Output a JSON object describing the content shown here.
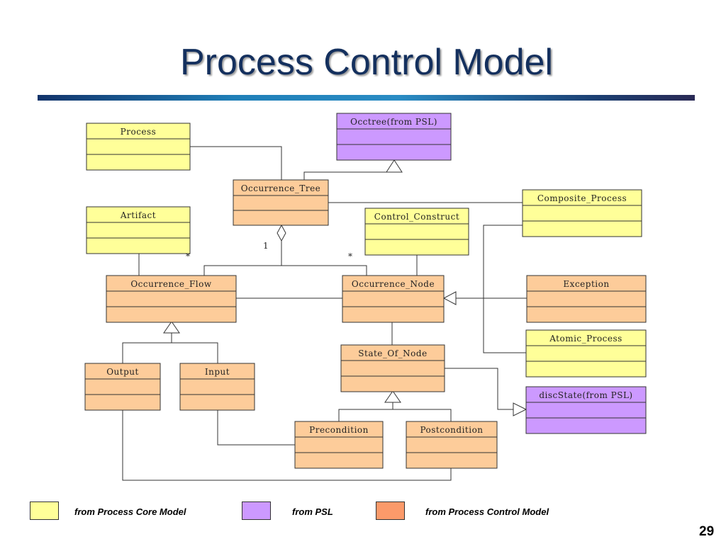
{
  "slide": {
    "title": "Process Control Model",
    "page_number": "29"
  },
  "colors": {
    "core": "#ffff99",
    "psl": "#cc99ff",
    "control": "#fdcc9a",
    "title": "#14305e"
  },
  "classes": [
    {
      "id": "process",
      "name": "Process",
      "group": "core"
    },
    {
      "id": "occtree",
      "name": "Occtree(from PSL)",
      "group": "psl"
    },
    {
      "id": "occurrence-tree",
      "name": "Occurrence_Tree",
      "group": "control"
    },
    {
      "id": "composite-process",
      "name": "Composite_Process",
      "group": "core"
    },
    {
      "id": "artifact",
      "name": "Artifact",
      "group": "core"
    },
    {
      "id": "control-construct",
      "name": "Control_Construct",
      "group": "core"
    },
    {
      "id": "occurrence-flow",
      "name": "Occurrence_Flow",
      "group": "control"
    },
    {
      "id": "occurrence-node",
      "name": "Occurrence_Node",
      "group": "control"
    },
    {
      "id": "exception",
      "name": "Exception",
      "group": "control"
    },
    {
      "id": "atomic-process",
      "name": "Atomic_Process",
      "group": "core"
    },
    {
      "id": "state-of-node",
      "name": "State_Of_Node",
      "group": "control"
    },
    {
      "id": "output",
      "name": "Output",
      "group": "control"
    },
    {
      "id": "input",
      "name": "Input",
      "group": "control"
    },
    {
      "id": "discstate",
      "name": "discState(from PSL)",
      "group": "psl"
    },
    {
      "id": "precondition",
      "name": "Precondition",
      "group": "control"
    },
    {
      "id": "postcondition",
      "name": "Postcondition",
      "group": "control"
    }
  ],
  "multiplicities": {
    "flow_star": "*",
    "tree_one": "1",
    "node_star": "*"
  },
  "legend": [
    {
      "label": "from Process Core Model",
      "color": "#ffff99"
    },
    {
      "label": "from PSL",
      "color": "#cc99ff"
    },
    {
      "label": "from Process Control Model",
      "color": "#fb9a6a"
    }
  ]
}
